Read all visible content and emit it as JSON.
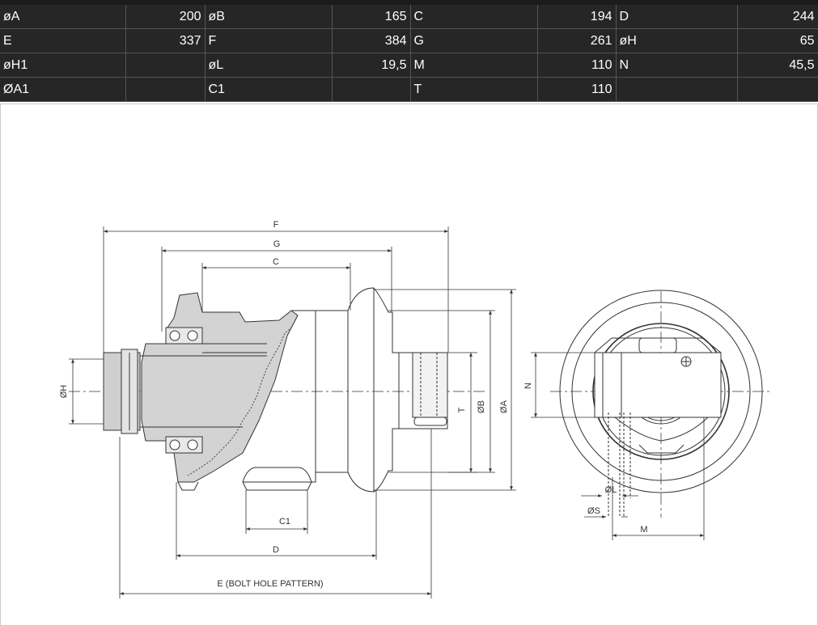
{
  "table": {
    "rows": [
      [
        {
          "label": "øA",
          "value": "200"
        },
        {
          "label": "øB",
          "value": "165"
        },
        {
          "label": "C",
          "value": "194"
        },
        {
          "label": "D",
          "value": "244"
        }
      ],
      [
        {
          "label": "E",
          "value": "337"
        },
        {
          "label": "F",
          "value": "384"
        },
        {
          "label": "G",
          "value": "261"
        },
        {
          "label": "øH",
          "value": "65"
        }
      ],
      [
        {
          "label": "øH1",
          "value": ""
        },
        {
          "label": "øL",
          "value": "19,5"
        },
        {
          "label": "M",
          "value": "110"
        },
        {
          "label": "N",
          "value": "45,5"
        }
      ],
      [
        {
          "label": "ØA1",
          "value": ""
        },
        {
          "label": "C1",
          "value": ""
        },
        {
          "label": "T",
          "value": "110"
        },
        {
          "label": "",
          "value": ""
        }
      ]
    ]
  },
  "drawing": {
    "labels": {
      "F": "F",
      "G": "G",
      "C": "C",
      "H": "ØH",
      "T": "T",
      "B": "ØB",
      "A": "ØA",
      "C1": "C1",
      "D": "D",
      "E": "E (BOLT HOLE PATTERN)",
      "N": "N",
      "L": "ØL",
      "S": "ØS",
      "M": "M"
    }
  }
}
